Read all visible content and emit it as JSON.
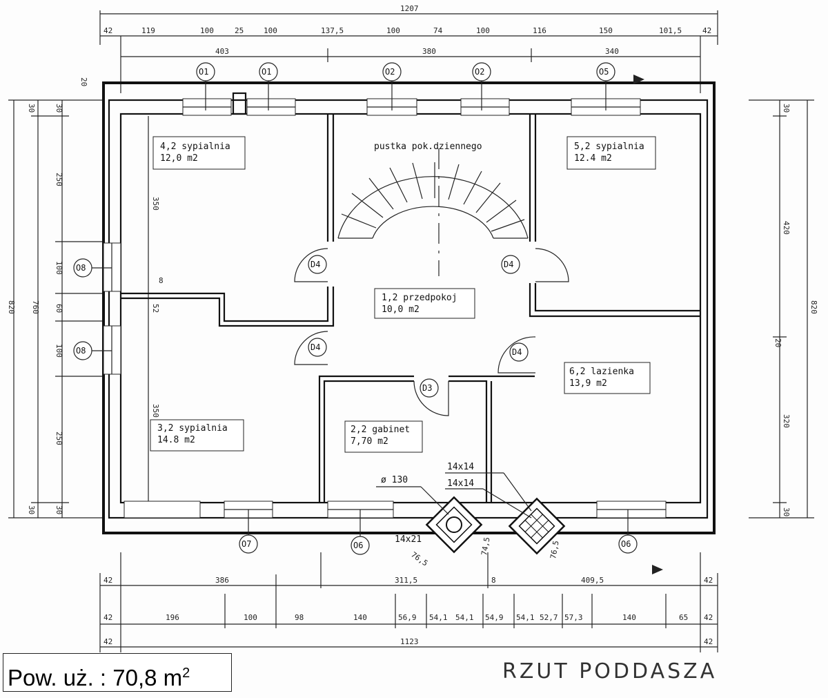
{
  "title": "RZUT PODDASZA",
  "area": {
    "label": "Pow. uż. : 70,8 m",
    "sup": "2"
  },
  "rooms": [
    {
      "name": "4,2 sypialnia",
      "area": "12,0 m2"
    },
    {
      "name": "pustka pok.dziennego"
    },
    {
      "name": "5,2 sypialnia",
      "area": "12.4 m2"
    },
    {
      "name": "1,2 przedpokoj",
      "area": "10,0 m2"
    },
    {
      "name": "3,2 sypialnia",
      "area": "14.8 m2"
    },
    {
      "name": "2,2 gabinet",
      "area": "7,70 m2"
    },
    {
      "name": "6,2 lazienka",
      "area": "13,9 m2"
    }
  ],
  "windows": {
    "o1": "O1",
    "o2": "O2",
    "o5": "O5",
    "o6": "O6",
    "o7": "O7",
    "o8": "O8"
  },
  "doors": {
    "d3": "D3",
    "d4": "D4"
  },
  "chimneys": {
    "dia": "ø 130",
    "a": "14x14",
    "b": "14x14",
    "c": "14x21",
    "d1": "76,5",
    "d2": "74,5",
    "d3": "76,5"
  },
  "dims_top": {
    "total": "1207",
    "row": [
      "42",
      "119",
      "100",
      "25",
      "100",
      "137,5",
      "100",
      "74",
      "100",
      "116",
      "150",
      "101,5",
      "42"
    ],
    "row2": [
      "403",
      "380",
      "340"
    ]
  },
  "dims_bottom": {
    "row1": [
      "42",
      "386",
      "311,5",
      "8",
      "409,5",
      "42"
    ],
    "row2": [
      "42",
      "196",
      "100",
      "98",
      "140",
      "56,9",
      "54,1",
      "54,1",
      "54,9",
      "54,1",
      "52,7",
      "57,3",
      "140",
      "65",
      "42"
    ],
    "row3": [
      "42",
      "1123",
      "42"
    ]
  },
  "dims_left": [
    "30",
    "30",
    "250",
    "350",
    "100",
    "760",
    "820",
    "8",
    "60",
    "52",
    "100",
    "350",
    "250",
    "30",
    "30"
  ],
  "dims_right": [
    "30",
    "420",
    "820",
    "20",
    "320",
    "30"
  ],
  "misc": {
    "top20": "20"
  }
}
